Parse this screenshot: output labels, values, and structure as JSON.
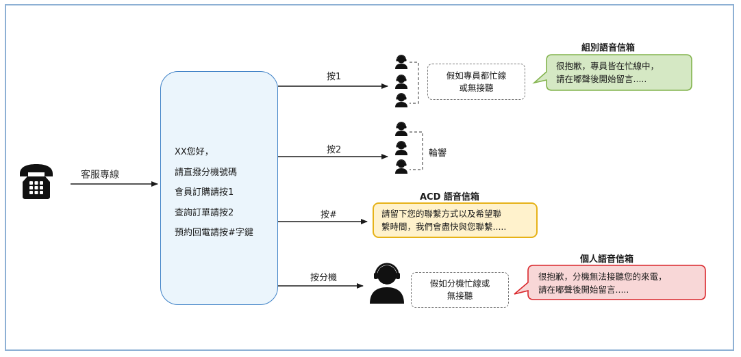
{
  "caller": {
    "icon": "telephone-icon",
    "line_label": "客服專線"
  },
  "ivr": {
    "lines": [
      "XX您好，",
      "請直撥分機號碼",
      "會員訂購請按1",
      "查詢訂單請按2",
      "預約回電請按#字鍵"
    ]
  },
  "routes": {
    "press1": {
      "label": "按1",
      "agents_icon": "agent-group-icon",
      "condition": [
        "假如專員都忙線",
        "或無接聽"
      ],
      "voicemail_title": "組別語音信箱",
      "voicemail_message": [
        "很抱歉，專員皆在忙線中，",
        "請在嘟聲後開始留言....."
      ]
    },
    "press2": {
      "label": "按2",
      "agents_icon": "agent-group-icon",
      "ring_label": "輪響"
    },
    "press_hash": {
      "label": "按#",
      "voicemail_title": "ACD 語音信箱",
      "voicemail_message": [
        "請留下您的聯繫方式以及希望聯",
        "繫時間，我們會盡快與您聯繫....."
      ]
    },
    "press_ext": {
      "label": "按分機",
      "agent_icon": "agent-headset-icon",
      "condition": [
        "假如分機忙線或",
        "無接聽"
      ],
      "voicemail_title": "個人語音信箱",
      "voicemail_message": [
        "很抱歉，分機無法接聽您的來電，",
        "請在嘟聲後開始留言....."
      ]
    }
  },
  "colors": {
    "border": "#8db0d4",
    "ivr_border": "#3d80c6",
    "ivr_fill": "#ebf5fc",
    "group_bubble_fill": "#d5e8c4",
    "group_bubble_stroke": "#82b34c",
    "acd_bubble_fill": "#fff2cc",
    "acd_bubble_stroke": "#e6b217",
    "personal_bubble_fill": "#f8d7d7",
    "personal_bubble_stroke": "#d9262b"
  }
}
